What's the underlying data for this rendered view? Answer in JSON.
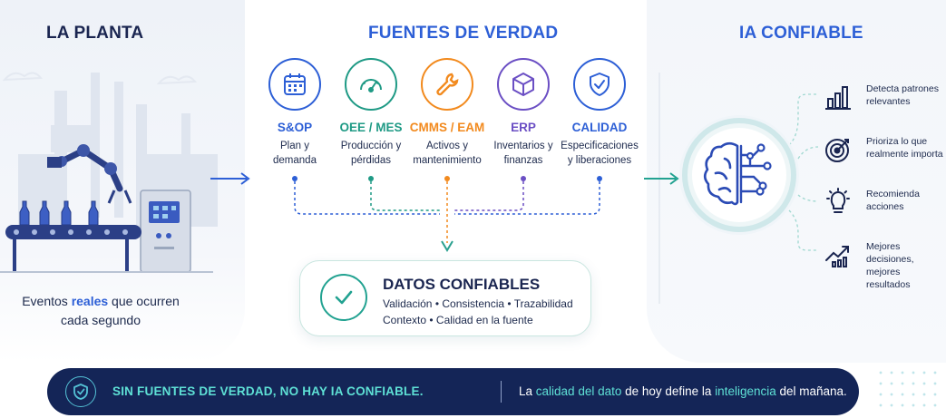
{
  "sections": {
    "planta_title": "LA PLANTA",
    "fuentes_title": "FUENTES DE VERDAD",
    "ia_title": "IA CONFIABLE"
  },
  "planta": {
    "eventos_pre": "Eventos ",
    "eventos_hl": "reales",
    "eventos_post": " que ocurren",
    "eventos_line2": "cada segundo"
  },
  "sources": [
    {
      "name": "S&OP",
      "desc1": "Plan y",
      "desc2": "demanda",
      "color": "#2d5fd6",
      "icon": "calendar-icon"
    },
    {
      "name": "OEE / MES",
      "desc1": "Producción y",
      "desc2": "pérdidas",
      "color": "#1f9a85",
      "icon": "gauge-icon"
    },
    {
      "name": "CMMS / EAM",
      "desc1": "Activos y",
      "desc2": "mantenimiento",
      "color": "#f28a1e",
      "icon": "wrench-icon"
    },
    {
      "name": "ERP",
      "desc1": "Inventarios y",
      "desc2": "finanzas",
      "color": "#6b4fc4",
      "icon": "cube-icon"
    },
    {
      "name": "CALIDAD",
      "desc1": "Especificaciones",
      "desc2": "y liberaciones",
      "color": "#2d5fd6",
      "icon": "shield-check-icon"
    }
  ],
  "datos": {
    "title": "DATOS CONFIABLES",
    "line1": "Validación • Consistencia • Trazabilidad",
    "line2": "Contexto • Calidad en la fuente"
  },
  "benefits": [
    {
      "line1": "Detecta patrones",
      "line2": "relevantes",
      "icon": "bar-chart-icon"
    },
    {
      "line1": "Prioriza lo que",
      "line2": "realmente importa",
      "icon": "target-icon"
    },
    {
      "line1": "Recomienda",
      "line2": "acciones",
      "icon": "lightbulb-icon"
    },
    {
      "line1": "Mejores decisiones,",
      "line2": "mejores resultados",
      "icon": "growth-chart-icon"
    }
  ],
  "banner": {
    "left": "SIN FUENTES DE VERDAD, NO HAY IA CONFIABLE.",
    "r1": "La ",
    "r2": "calidad del dato",
    "r3": " de hoy define la ",
    "r4": "inteligencia",
    "r5": " del mañana."
  },
  "colors": {
    "navy": "#142557",
    "blue": "#2d5fd6",
    "teal": "#1f9a85",
    "orange": "#f28a1e",
    "purple": "#6b4fc4",
    "mint": "#5ee0d5"
  }
}
